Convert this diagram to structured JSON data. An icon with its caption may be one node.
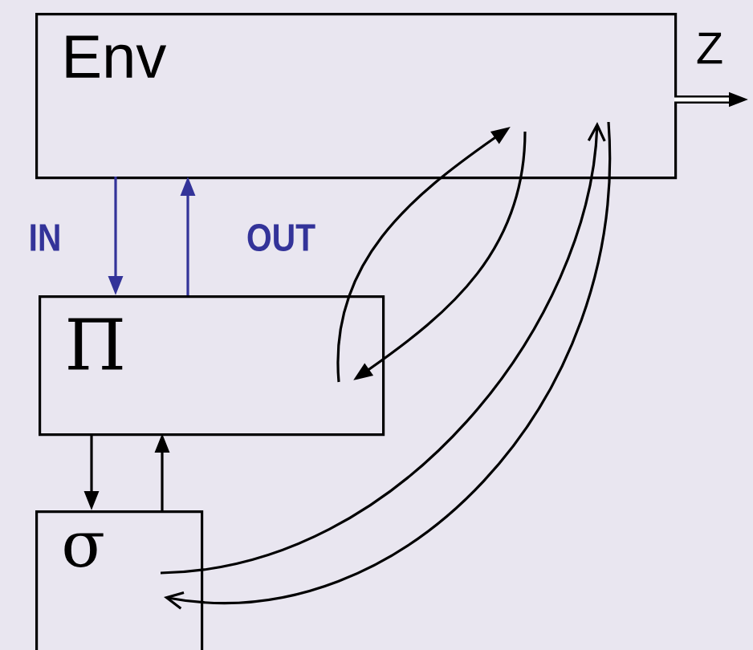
{
  "diagram": {
    "nodes": [
      {
        "text": [
          "Env"
        ]
      },
      {
        "text": [
          "Π"
        ]
      },
      {
        "text": [
          "σ"
        ]
      }
    ],
    "edges": [
      {
        "from": 0,
        "to": 1,
        "arrow": "to",
        "label": "IN",
        "color": "#333399"
      },
      {
        "from": 1,
        "to": 0,
        "arrow": "to",
        "label": "OUT",
        "color": "#333399"
      },
      {
        "from": 1,
        "to": 2,
        "arrow": "to"
      },
      {
        "from": 2,
        "to": 1,
        "arrow": "to"
      },
      {
        "from": 1,
        "to": 0,
        "arrow": "to"
      },
      {
        "from": 0,
        "to": 1,
        "arrow": "to"
      },
      {
        "from": 2,
        "to": 0,
        "arrow": "to"
      },
      {
        "from": 0,
        "to": 2,
        "arrow": "to"
      },
      {
        "from": 0,
        "to": null,
        "arrow": "to",
        "label": "Z",
        "style": "thick"
      }
    ]
  }
}
